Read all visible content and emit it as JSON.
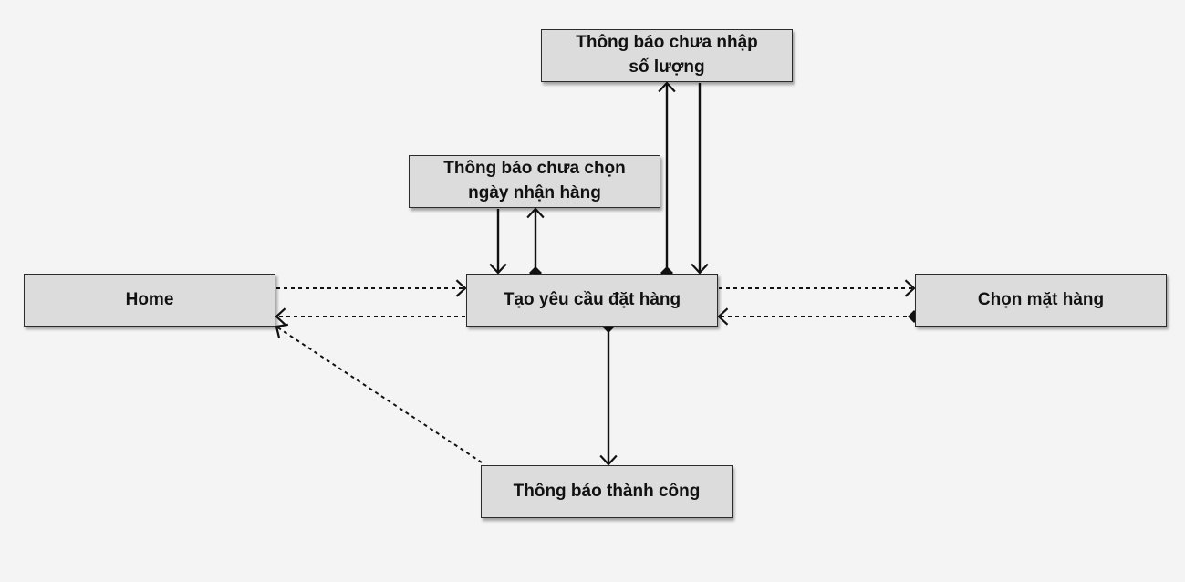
{
  "nodes": {
    "home": "Home",
    "create_order": "Tạo yêu cầu đặt hàng",
    "select_item": "Chọn mặt hàng",
    "success": "Thông báo thành công",
    "no_date": {
      "line1": "Thông báo chưa chọn",
      "line2": "ngày nhận hàng"
    },
    "no_quantity": {
      "line1": "Thông báo chưa nhập",
      "line2": "số lượng"
    }
  },
  "edges": [
    {
      "from": "home",
      "to": "create_order",
      "style": "dashed"
    },
    {
      "from": "create_order",
      "to": "home",
      "style": "dashed"
    },
    {
      "from": "create_order",
      "to": "select_item",
      "style": "dashed"
    },
    {
      "from": "select_item",
      "to": "create_order",
      "style": "dashed",
      "source_marker": "diamond"
    },
    {
      "from": "success",
      "to": "home",
      "style": "dashed"
    },
    {
      "from": "create_order",
      "to": "success",
      "style": "solid",
      "source_marker": "diamond"
    },
    {
      "from": "no_date",
      "to": "create_order",
      "style": "solid"
    },
    {
      "from": "create_order",
      "to": "no_date",
      "style": "solid",
      "source_marker": "diamond"
    },
    {
      "from": "create_order",
      "to": "no_quantity",
      "style": "solid",
      "source_marker": "diamond"
    },
    {
      "from": "no_quantity",
      "to": "create_order",
      "style": "solid"
    }
  ],
  "colors": {
    "node_fill": "#dcdcdc",
    "stroke": "#111111",
    "background": "#f4f4f4"
  }
}
